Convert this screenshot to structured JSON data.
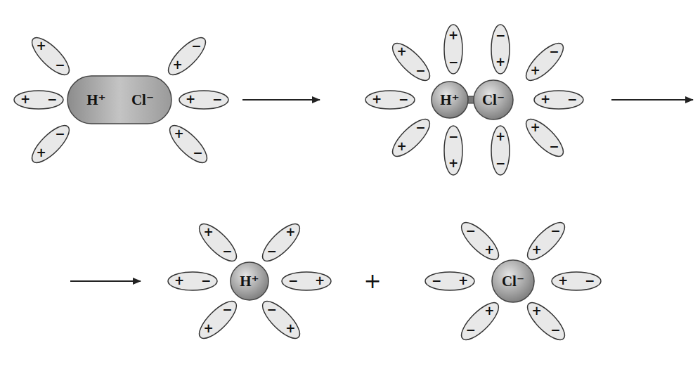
{
  "diagram": {
    "nodes": [
      {
        "text": [
          "H⁺",
          "Cl⁻"
        ]
      },
      {
        "text": [
          "+",
          "−"
        ]
      },
      {
        "text": [
          "−",
          "+"
        ]
      },
      {
        "text": [
          "+",
          "−"
        ]
      },
      {
        "text": [
          "+",
          "−"
        ]
      },
      {
        "text": [
          "−",
          "+"
        ]
      },
      {
        "text": [
          "+",
          "−"
        ]
      },
      {
        "text": [
          "H⁺"
        ]
      },
      {
        "text": [
          "Cl⁻"
        ]
      },
      {
        "text": [
          "+",
          "−"
        ]
      },
      {
        "text": [
          "+",
          "−"
        ]
      },
      {
        "text": [
          "−",
          "+"
        ]
      },
      {
        "text": [
          "−",
          "+"
        ]
      },
      {
        "text": [
          "+",
          "−"
        ]
      },
      {
        "text": [
          "+",
          "−"
        ]
      },
      {
        "text": [
          "−",
          "+"
        ]
      },
      {
        "text": [
          "−",
          "+"
        ]
      },
      {
        "text": [
          "+",
          "−"
        ]
      },
      {
        "text": [
          "+",
          "−"
        ]
      },
      {
        "text": [
          "H⁺"
        ]
      },
      {
        "text": [
          "+",
          "−"
        ]
      },
      {
        "text": [
          "+",
          "−"
        ]
      },
      {
        "text": [
          "+",
          "−"
        ]
      },
      {
        "text": [
          "−",
          "+"
        ]
      },
      {
        "text": [
          "−",
          "+"
        ]
      },
      {
        "text": [
          "−",
          "+"
        ]
      },
      {
        "text": [
          "Cl⁻"
        ]
      },
      {
        "text": [
          "−",
          "+"
        ]
      },
      {
        "text": [
          "−",
          "+"
        ]
      },
      {
        "text": [
          "−",
          "+"
        ]
      },
      {
        "text": [
          "+",
          "−"
        ]
      },
      {
        "text": [
          "+",
          "−"
        ]
      },
      {
        "text": [
          "+",
          "−"
        ]
      }
    ],
    "labels": [
      "+"
    ]
  }
}
